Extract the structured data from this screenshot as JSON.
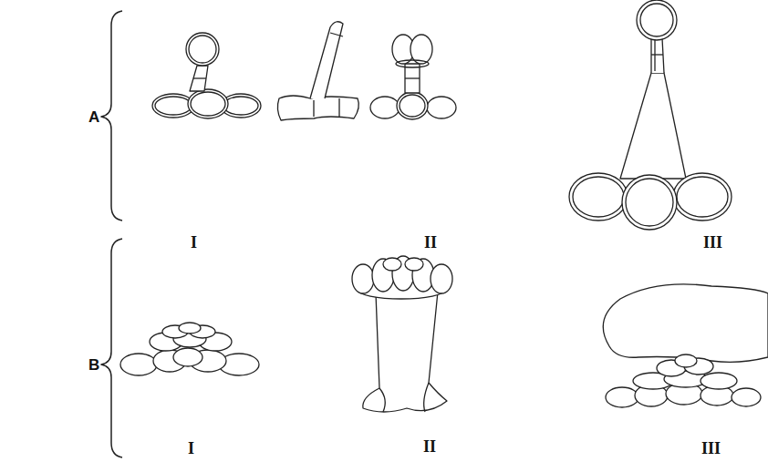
{
  "diagram": {
    "labels": [
      "A",
      "B",
      "I",
      "II",
      "III",
      "I",
      "II",
      "III"
    ]
  }
}
